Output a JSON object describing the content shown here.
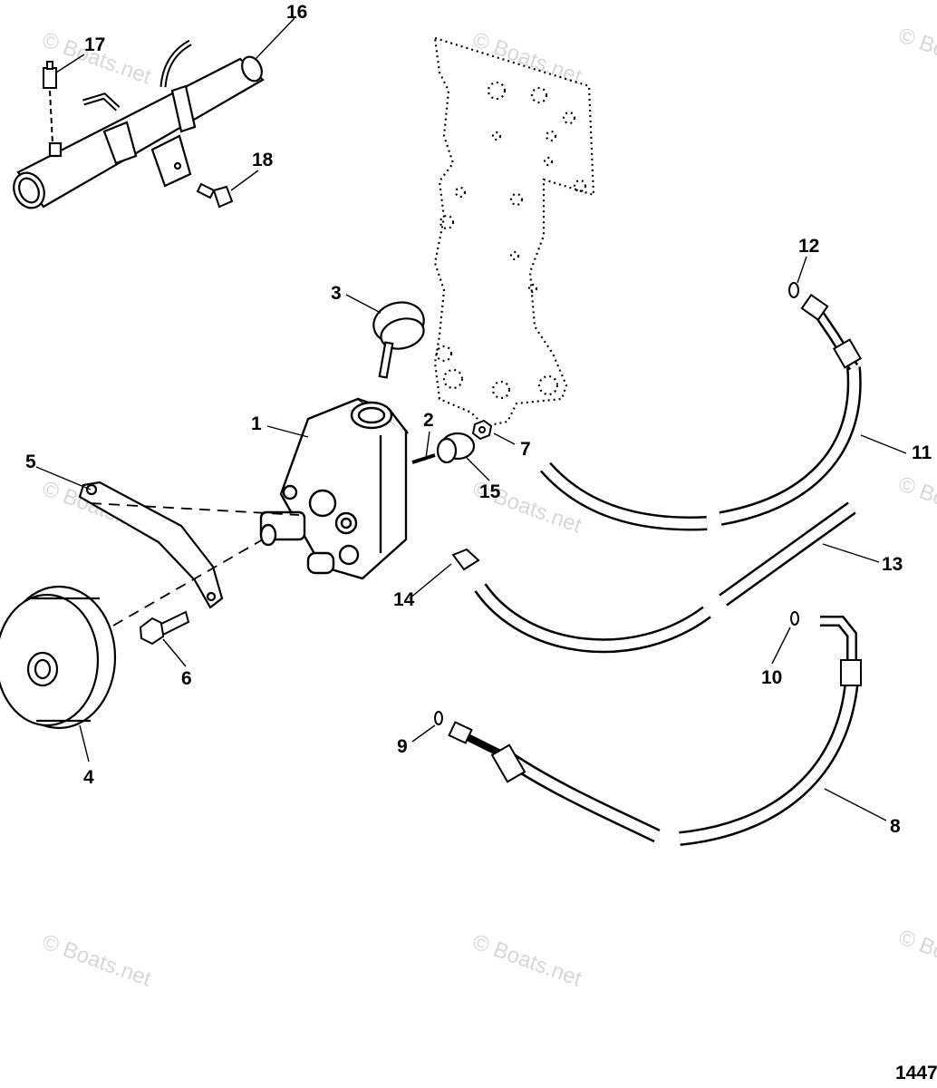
{
  "figure_number": "1447",
  "watermark": "© Boats.net",
  "callouts": [
    {
      "id": "p1",
      "label": "1"
    },
    {
      "id": "p2",
      "label": "2"
    },
    {
      "id": "p3",
      "label": "3"
    },
    {
      "id": "p4",
      "label": "4"
    },
    {
      "id": "p5",
      "label": "5"
    },
    {
      "id": "p6",
      "label": "6"
    },
    {
      "id": "p7",
      "label": "7"
    },
    {
      "id": "p8",
      "label": "8"
    },
    {
      "id": "p9",
      "label": "9"
    },
    {
      "id": "p10",
      "label": "10"
    },
    {
      "id": "p11",
      "label": "11"
    },
    {
      "id": "p12",
      "label": "12"
    },
    {
      "id": "p13",
      "label": "13"
    },
    {
      "id": "p14",
      "label": "14"
    },
    {
      "id": "p15",
      "label": "15"
    },
    {
      "id": "p16",
      "label": "16"
    },
    {
      "id": "p17",
      "label": "17"
    },
    {
      "id": "p18",
      "label": "18"
    }
  ]
}
